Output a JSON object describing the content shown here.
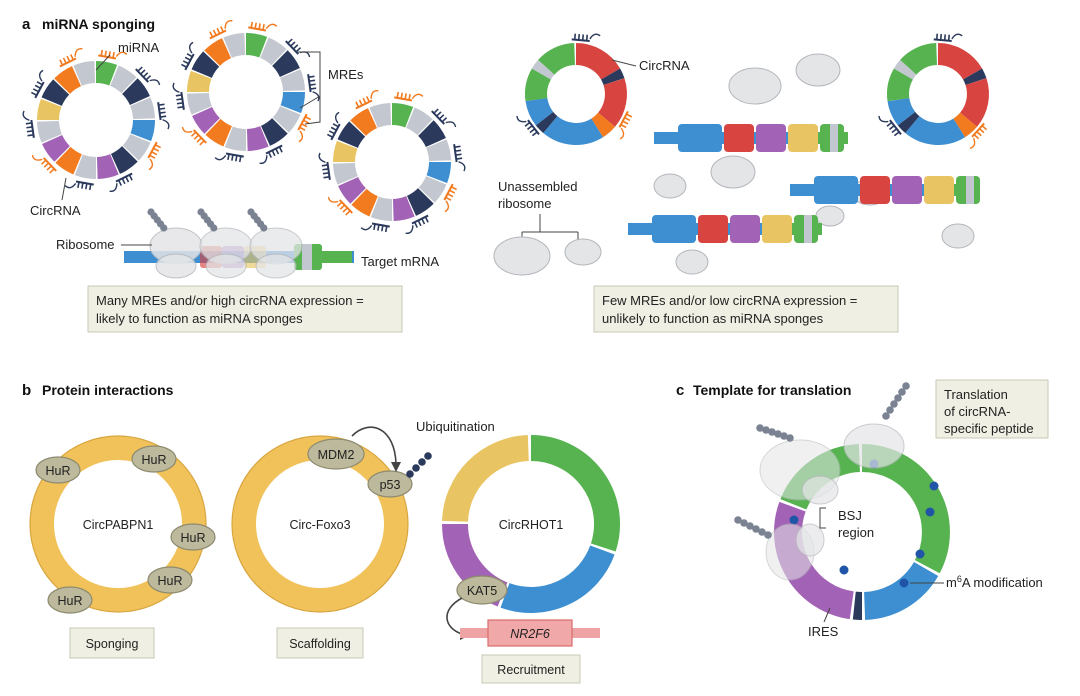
{
  "panel_a": {
    "letter": "a",
    "title": "miRNA sponging",
    "labels": {
      "mirna": "miRNA",
      "mres": "MREs",
      "circrna_left": "CircRNA",
      "circrna_right": "CircRNA",
      "ribosome": "Ribosome",
      "target_mrna": "Target mRNA",
      "unassembled_1": "Unassembled",
      "unassembled_2": "ribosome"
    },
    "box_left": [
      "Many MREs and/or high circRNA expression =",
      "likely to function as miRNA sponges"
    ],
    "box_right": [
      "Few MREs and/or low circRNA expression =",
      "unlikely to function as miRNA sponges"
    ]
  },
  "panel_b": {
    "letter": "b",
    "title": "Protein interactions",
    "circ1": "CircPABPN1",
    "circ2": "Circ-Foxo3",
    "circ3": "CircRHOT1",
    "proteins": {
      "hur": "HuR",
      "mdm2": "MDM2",
      "p53": "p53",
      "kat5": "KAT5"
    },
    "ubiquitination": "Ubiquitination",
    "gene": "NR2F6",
    "box1": "Sponging",
    "box2": "Scaffolding",
    "box3": "Recruitment"
  },
  "panel_c": {
    "letter": "c",
    "title": "Template for translation",
    "box": [
      "Translation",
      "of circRNA-",
      "specific peptide"
    ],
    "bsj": [
      "BSJ",
      "region"
    ],
    "m6a_pre": "m",
    "m6a_sup": "6",
    "m6a_post": "A modification",
    "ires": "IRES"
  },
  "colors": {
    "green": "#56b350",
    "blue": "#3d8fd1",
    "purple": "#a262b5",
    "red": "#d8443f",
    "orange": "#f27a1f",
    "yellow": "#e8c462",
    "navy": "#2b3a5c",
    "grey": "#c3c7cf",
    "ring_yellow": "#f2c25a",
    "ribosome": "#e4e5e7"
  }
}
